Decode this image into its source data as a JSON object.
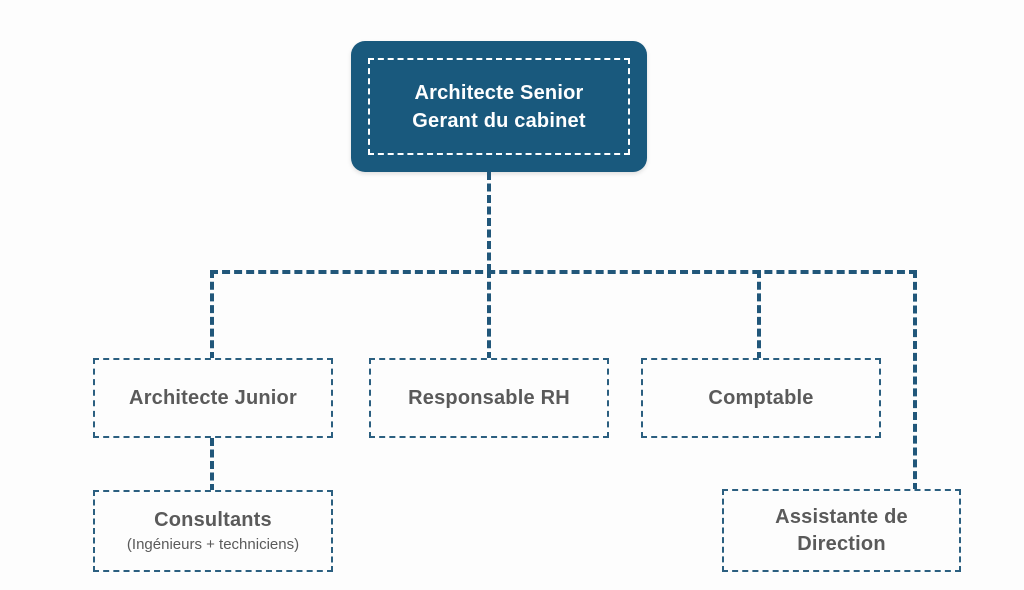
{
  "chart_data": {
    "type": "diagram",
    "diagram_type": "organizational-chart",
    "title": "",
    "language": "fr",
    "colors": {
      "background": "#fdfdfd",
      "root_fill": "#19597d",
      "root_text": "#ffffff",
      "root_inner_border": "#ffffff",
      "node_border": "#2b5f80",
      "node_text": "#5a5a5a",
      "connector": "#21577a"
    },
    "nodes": [
      {
        "id": "root",
        "level": 0,
        "style": "filled-rounded",
        "title": "Architecte Senior",
        "subtitle": "Gerant du cabinet"
      },
      {
        "id": "architecte-junior",
        "level": 1,
        "style": "dashed-outline",
        "title": "Architecte Junior",
        "subtitle": ""
      },
      {
        "id": "responsable-rh",
        "level": 1,
        "style": "dashed-outline",
        "title": "Responsable RH",
        "subtitle": ""
      },
      {
        "id": "comptable",
        "level": 1,
        "style": "dashed-outline",
        "title": "Comptable",
        "subtitle": ""
      },
      {
        "id": "assistante-direction",
        "level": 1,
        "style": "dashed-outline",
        "title": "Assistante de",
        "subtitle": "Direction"
      },
      {
        "id": "consultants",
        "level": 2,
        "style": "dashed-outline",
        "title": "Consultants",
        "subtitle": "(Ingénieurs + techniciens)"
      }
    ],
    "edges": [
      {
        "from": "root",
        "to": "architecte-junior",
        "style": "dashed"
      },
      {
        "from": "root",
        "to": "responsable-rh",
        "style": "dashed"
      },
      {
        "from": "root",
        "to": "comptable",
        "style": "dashed"
      },
      {
        "from": "root",
        "to": "assistante-direction",
        "style": "dashed"
      },
      {
        "from": "architecte-junior",
        "to": "consultants",
        "style": "dashed"
      }
    ]
  },
  "root": {
    "line1": "Architecte Senior",
    "line2": "Gerant du cabinet"
  },
  "boxes": {
    "architecte_junior": {
      "title": "Architecte Junior"
    },
    "responsable_rh": {
      "title": "Responsable RH"
    },
    "comptable": {
      "title": "Comptable"
    },
    "consultants": {
      "title": "Consultants",
      "subtitle": "(Ingénieurs + techniciens)"
    },
    "assistante": {
      "title": "Assistante de",
      "subtitle": "Direction"
    }
  }
}
